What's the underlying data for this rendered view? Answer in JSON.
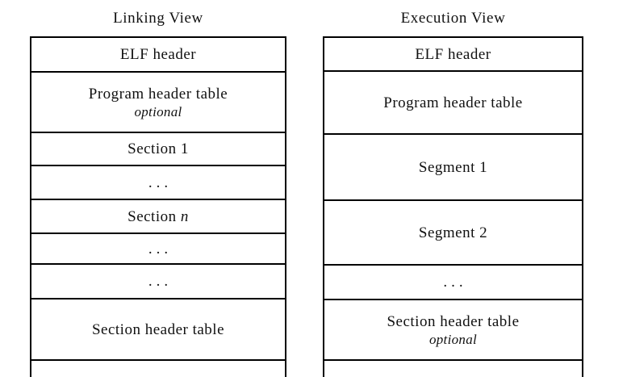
{
  "figure": {
    "kind": "elf-object-file-format-diagram",
    "line_color": "#000000",
    "text_color": "#111111",
    "background": "#ffffff"
  },
  "linking_view": {
    "title": "Linking View",
    "rows": [
      {
        "label": "ELF header",
        "sub": "",
        "dots": false,
        "height": 43
      },
      {
        "label": "Program header table",
        "sub": "optional",
        "dots": false,
        "height": 75
      },
      {
        "label": "Section 1",
        "sub": "",
        "dots": false,
        "height": 41
      },
      {
        "label": "...",
        "sub": "",
        "dots": true,
        "height": 42
      },
      {
        "label": "Section n",
        "sub": "",
        "dots": false,
        "height": 42,
        "italic_tail": "n"
      },
      {
        "label": "...",
        "sub": "",
        "dots": true,
        "height": 38
      },
      {
        "label": "...",
        "sub": "",
        "dots": true,
        "height": 43
      },
      {
        "label": "Section header table",
        "sub": "",
        "dots": false,
        "height": 76
      },
      {
        "label": "",
        "sub": "",
        "dots": false,
        "height": 22
      }
    ]
  },
  "execution_view": {
    "title": "Execution View",
    "rows": [
      {
        "label": "ELF header",
        "sub": "",
        "dots": false,
        "height": 42
      },
      {
        "label": "Program header table",
        "sub": "",
        "dots": false,
        "height": 78
      },
      {
        "label": "Segment 1",
        "sub": "",
        "dots": false,
        "height": 82
      },
      {
        "label": "Segment 2",
        "sub": "",
        "dots": false,
        "height": 80
      },
      {
        "label": "...",
        "sub": "",
        "dots": true,
        "height": 43
      },
      {
        "label": "Section header table",
        "sub": "optional",
        "dots": false,
        "height": 75
      },
      {
        "label": "",
        "sub": "",
        "dots": false,
        "height": 22
      }
    ]
  }
}
